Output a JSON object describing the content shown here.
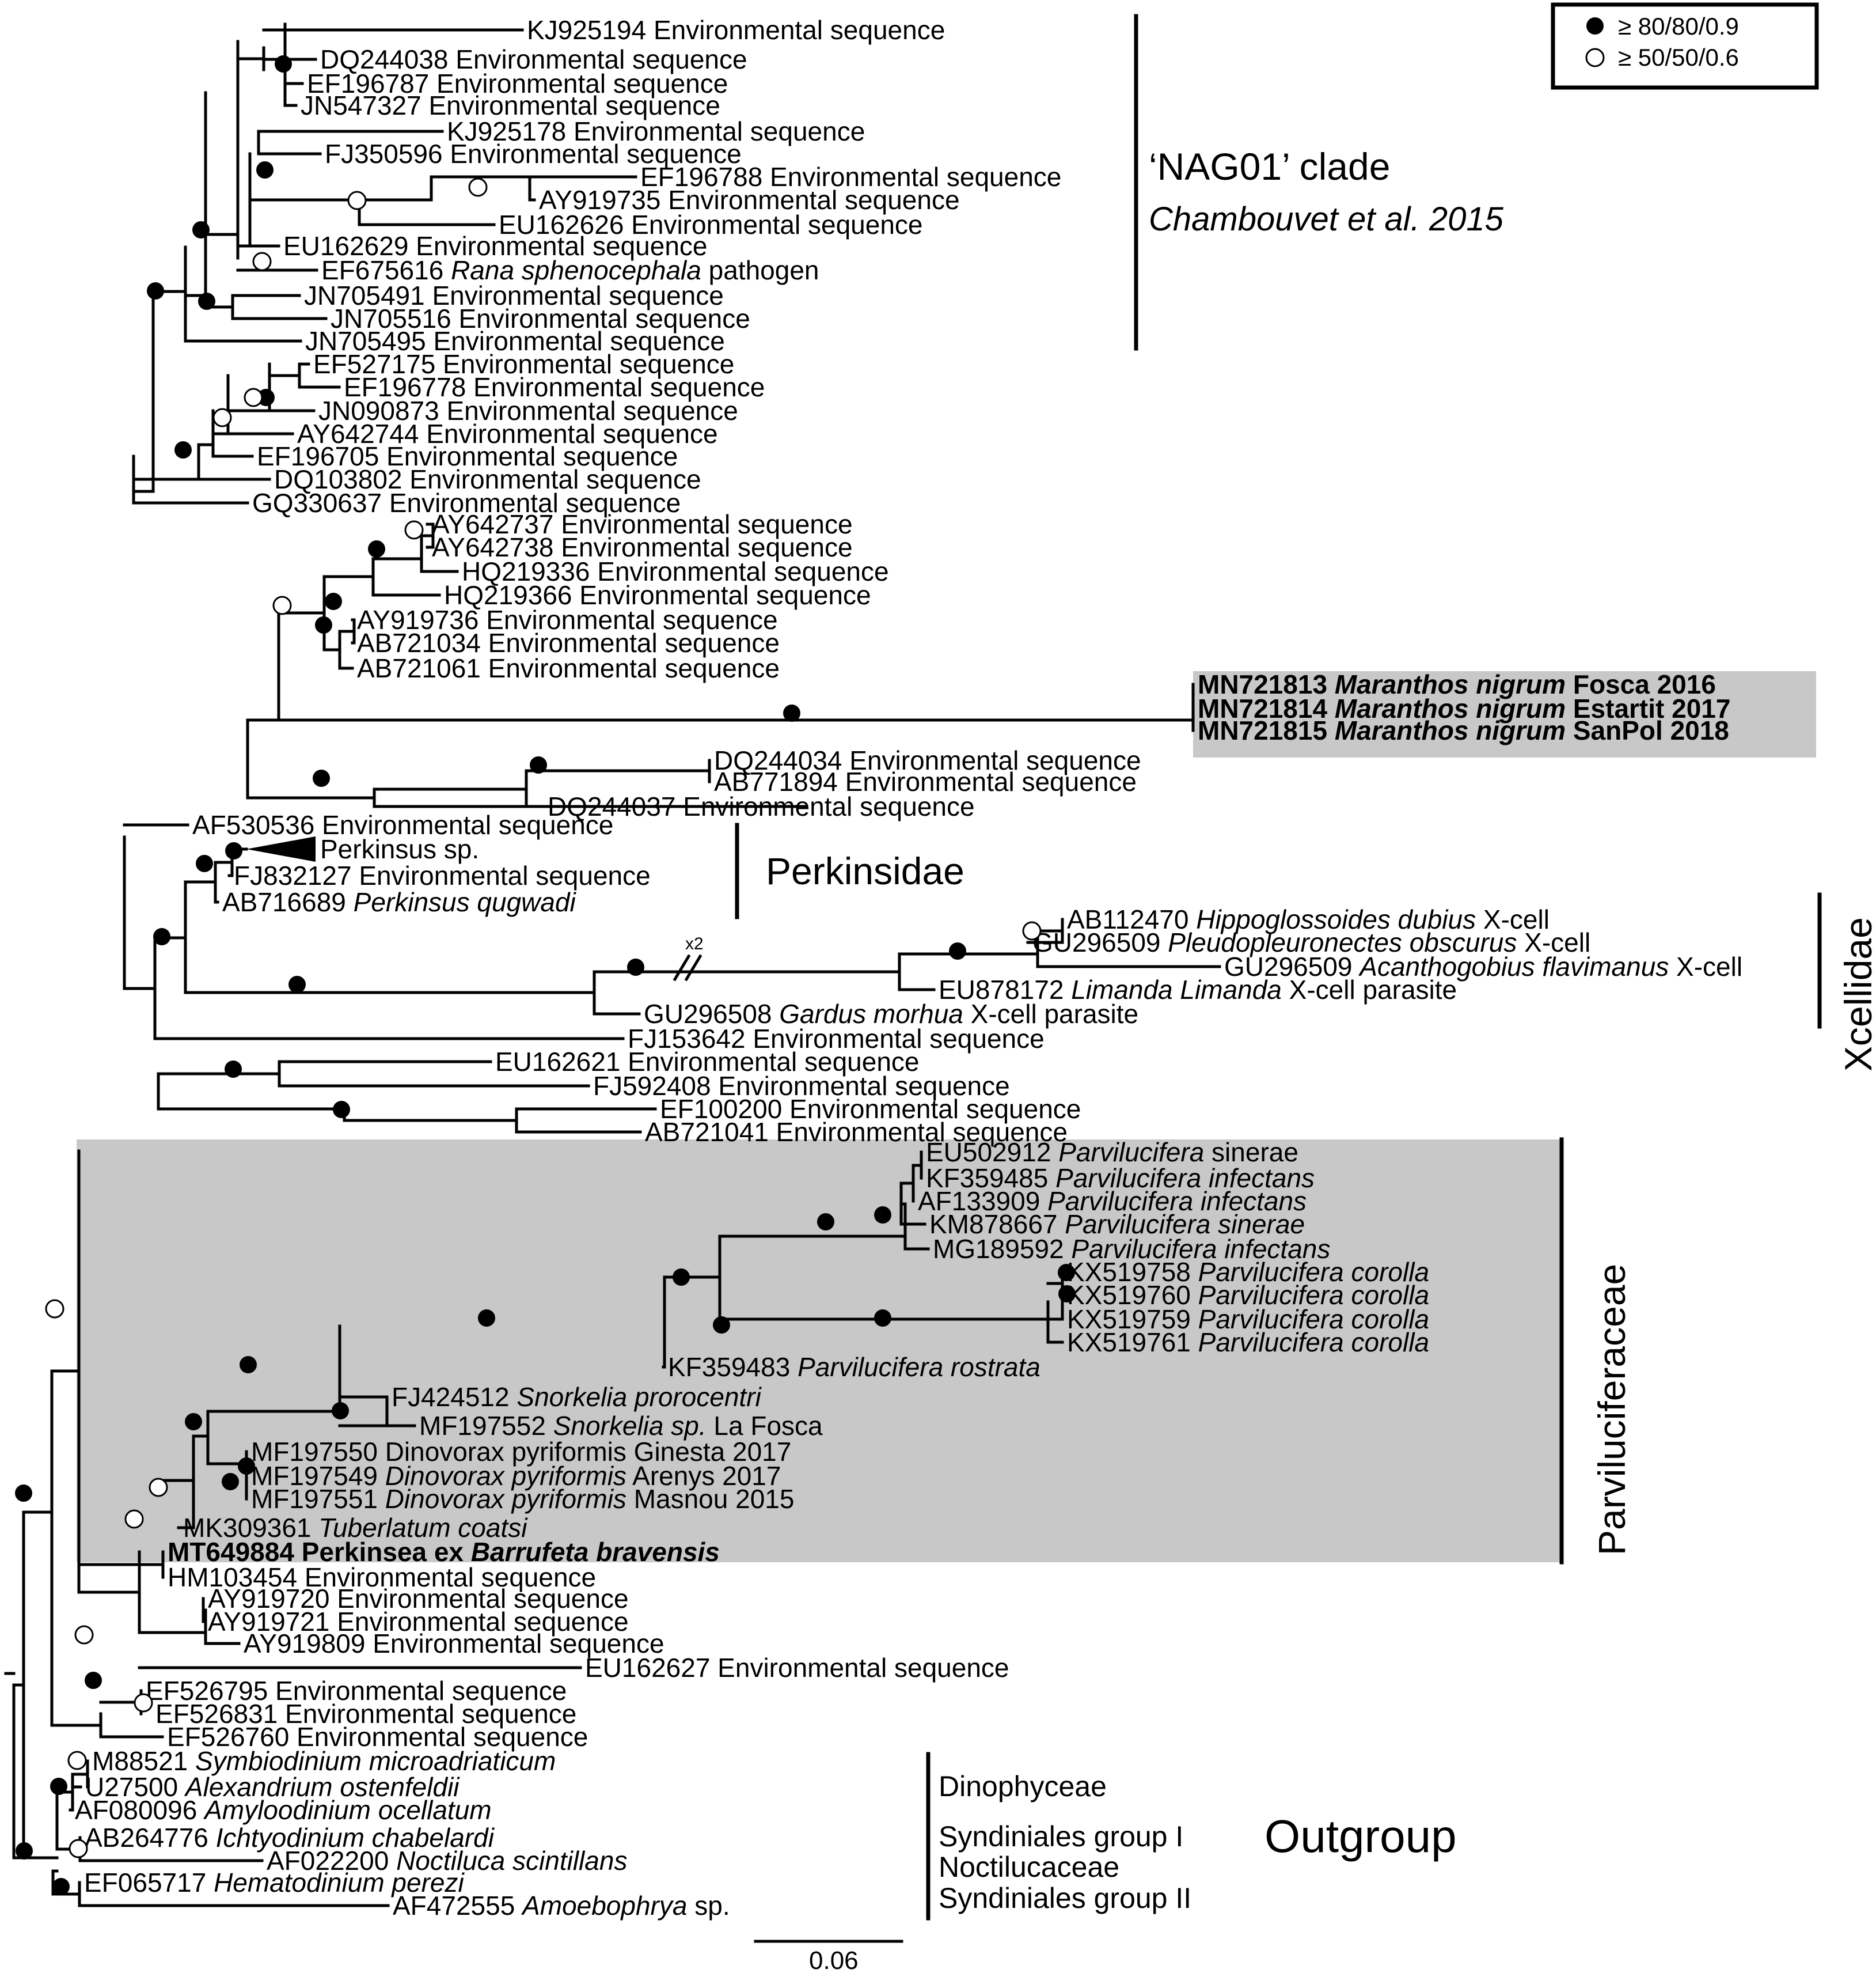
{
  "legend": {
    "strong": "≥ 80/80/0.9",
    "moderate": "≥ 50/50/0.6"
  },
  "clades": {
    "nag01": "‘NAG01’ clade",
    "nag01_ref": "Chambouvet et al. 2015",
    "perkinsidae": "Perkinsidae",
    "xcellidae": "Xcellidae",
    "parviluciferaceae": "Parviluciferaceae",
    "outgroup": "Outgroup",
    "dinophyceae": "Dinophyceae",
    "syndiniales1": "Syndiniales group I",
    "noctilucaceae": "Noctilucaceae",
    "syndiniales2": "Syndiniales group II"
  },
  "scale_bar": "0.06",
  "long_branch_marker": "x2",
  "leaves": [
    {
      "id": "l1",
      "parts": [
        [
          "KJ925194 Environmental sequence",
          ""
        ]
      ]
    },
    {
      "id": "l2",
      "parts": [
        [
          "DQ244038 Environmental sequence",
          ""
        ]
      ]
    },
    {
      "id": "l3",
      "parts": [
        [
          "EF196787 Environmental sequence",
          ""
        ]
      ]
    },
    {
      "id": "l4",
      "parts": [
        [
          "JN547327 Environmental sequence",
          ""
        ]
      ]
    },
    {
      "id": "l5",
      "parts": [
        [
          "KJ925178 Environmental sequence",
          ""
        ]
      ]
    },
    {
      "id": "l6",
      "parts": [
        [
          "FJ350596 Environmental sequence",
          ""
        ]
      ]
    },
    {
      "id": "l7",
      "parts": [
        [
          "EF196788 Environmental sequence",
          ""
        ]
      ]
    },
    {
      "id": "l8",
      "parts": [
        [
          "AY919735 Environmental sequence",
          ""
        ]
      ]
    },
    {
      "id": "l9",
      "parts": [
        [
          "EU162626 Environmental sequence",
          ""
        ]
      ]
    },
    {
      "id": "l10",
      "parts": [
        [
          "EU162629 Environmental sequence",
          ""
        ]
      ]
    },
    {
      "id": "l11",
      "parts": [
        [
          "EF675616 ",
          ""
        ],
        [
          "Rana sphenocephala",
          "i"
        ],
        [
          " pathogen",
          ""
        ]
      ]
    },
    {
      "id": "l12",
      "parts": [
        [
          "JN705491 Environmental sequence",
          ""
        ]
      ]
    },
    {
      "id": "l13",
      "parts": [
        [
          "JN705516 Environmental sequence",
          ""
        ]
      ]
    },
    {
      "id": "l14",
      "parts": [
        [
          "JN705495 Environmental sequence",
          ""
        ]
      ]
    },
    {
      "id": "l15",
      "parts": [
        [
          "EF527175 Environmental sequence",
          ""
        ]
      ]
    },
    {
      "id": "l16",
      "parts": [
        [
          "EF196778 Environmental sequence",
          ""
        ]
      ]
    },
    {
      "id": "l17",
      "parts": [
        [
          "JN090873 Environmental sequence",
          ""
        ]
      ]
    },
    {
      "id": "l18",
      "parts": [
        [
          "AY642744 Environmental sequence",
          ""
        ]
      ]
    },
    {
      "id": "l19",
      "parts": [
        [
          "EF196705 Environmental sequence",
          ""
        ]
      ]
    },
    {
      "id": "l20",
      "parts": [
        [
          "DQ103802 Environmental sequence",
          ""
        ]
      ]
    },
    {
      "id": "l21",
      "parts": [
        [
          "GQ330637 Environmental sequence",
          ""
        ]
      ]
    },
    {
      "id": "l22",
      "parts": [
        [
          "AY642737 Environmental sequence",
          ""
        ]
      ]
    },
    {
      "id": "l23",
      "parts": [
        [
          "AY642738 Environmental sequence",
          ""
        ]
      ]
    },
    {
      "id": "l24",
      "parts": [
        [
          "HQ219336 Environmental sequence",
          ""
        ]
      ]
    },
    {
      "id": "l25",
      "parts": [
        [
          "HQ219366 Environmental sequence",
          ""
        ]
      ]
    },
    {
      "id": "l26",
      "parts": [
        [
          "AY919736 Environmental sequence",
          ""
        ]
      ]
    },
    {
      "id": "l27",
      "parts": [
        [
          "AB721034 Environmental sequence",
          ""
        ]
      ]
    },
    {
      "id": "l28",
      "parts": [
        [
          "AB721061 Environmental sequence",
          ""
        ]
      ]
    },
    {
      "id": "l29",
      "parts": [
        [
          "MN721813 ",
          "b"
        ],
        [
          "Maranthos nigrum",
          "bi"
        ],
        [
          " Fosca 2016",
          "b"
        ]
      ]
    },
    {
      "id": "l30",
      "parts": [
        [
          "MN721814 ",
          "b"
        ],
        [
          "Maranthos nigrum",
          "bi"
        ],
        [
          " Estartit 2017",
          "b"
        ]
      ]
    },
    {
      "id": "l31",
      "parts": [
        [
          "MN721815 ",
          "b"
        ],
        [
          "Maranthos nigrum",
          "bi"
        ],
        [
          " SanPol 2018",
          "b"
        ]
      ]
    },
    {
      "id": "l32",
      "parts": [
        [
          "DQ244034 Environmental sequence",
          ""
        ]
      ]
    },
    {
      "id": "l33",
      "parts": [
        [
          "AB771894 Environmental sequence",
          ""
        ]
      ]
    },
    {
      "id": "l34",
      "parts": [
        [
          "DQ244037 Environmental sequence",
          ""
        ]
      ]
    },
    {
      "id": "l35",
      "parts": [
        [
          "AF530536 Environmental sequence",
          ""
        ]
      ]
    },
    {
      "id": "l36",
      "parts": [
        [
          "Perkinsus sp.",
          ""
        ]
      ]
    },
    {
      "id": "l37",
      "parts": [
        [
          "FJ832127 Environmental sequence",
          ""
        ]
      ]
    },
    {
      "id": "l38",
      "parts": [
        [
          "AB716689 ",
          ""
        ],
        [
          "Perkinsus qugwadi",
          "i"
        ]
      ]
    },
    {
      "id": "l39",
      "parts": [
        [
          "AB112470 ",
          ""
        ],
        [
          "Hippoglossoides dubius",
          "i"
        ],
        [
          " X-cell",
          ""
        ]
      ]
    },
    {
      "id": "l40",
      "parts": [
        [
          "GU296509 ",
          ""
        ],
        [
          "Pleudopleuronectes obscurus",
          "i"
        ],
        [
          " X-cell",
          ""
        ]
      ]
    },
    {
      "id": "l41",
      "parts": [
        [
          "GU296509 ",
          ""
        ],
        [
          "Acanthogobius flavimanus",
          "i"
        ],
        [
          " X-cell",
          ""
        ]
      ]
    },
    {
      "id": "l42",
      "parts": [
        [
          "EU878172 ",
          ""
        ],
        [
          "Limanda Limanda",
          "i"
        ],
        [
          " X-cell parasite",
          ""
        ]
      ]
    },
    {
      "id": "l43",
      "parts": [
        [
          "GU296508 ",
          ""
        ],
        [
          "Gardus morhua",
          "i"
        ],
        [
          " X-cell parasite",
          ""
        ]
      ]
    },
    {
      "id": "l44",
      "parts": [
        [
          "FJ153642 Environmental sequence",
          ""
        ]
      ]
    },
    {
      "id": "l45",
      "parts": [
        [
          "EU162621 Environmental sequence",
          ""
        ]
      ]
    },
    {
      "id": "l46",
      "parts": [
        [
          "FJ592408 Environmental sequence",
          ""
        ]
      ]
    },
    {
      "id": "l47",
      "parts": [
        [
          "EF100200 Environmental sequence",
          ""
        ]
      ]
    },
    {
      "id": "l48",
      "parts": [
        [
          "AB721041 Environmental sequence",
          ""
        ]
      ]
    },
    {
      "id": "l49",
      "parts": [
        [
          "EU502912 ",
          ""
        ],
        [
          "Parvilucifera",
          "i"
        ],
        [
          " sinerae",
          ""
        ]
      ]
    },
    {
      "id": "l50",
      "parts": [
        [
          "KF359485 ",
          ""
        ],
        [
          "Parvilucifera infectans",
          "i"
        ]
      ]
    },
    {
      "id": "l51",
      "parts": [
        [
          "AF133909 ",
          ""
        ],
        [
          "Parvilucifera infectans",
          "i"
        ]
      ]
    },
    {
      "id": "l52",
      "parts": [
        [
          "KM878667 ",
          ""
        ],
        [
          "Parvilucifera sinerae",
          "i"
        ]
      ]
    },
    {
      "id": "l53",
      "parts": [
        [
          "MG189592 ",
          ""
        ],
        [
          "Parvilucifera infectans",
          "i"
        ]
      ]
    },
    {
      "id": "l54",
      "parts": [
        [
          "KX519758 ",
          ""
        ],
        [
          "Parvilucifera corolla",
          "i"
        ]
      ]
    },
    {
      "id": "l55",
      "parts": [
        [
          "KX519760 ",
          ""
        ],
        [
          "Parvilucifera corolla",
          "i"
        ]
      ]
    },
    {
      "id": "l56",
      "parts": [
        [
          "KX519759 ",
          ""
        ],
        [
          "Parvilucifera corolla",
          "i"
        ]
      ]
    },
    {
      "id": "l57",
      "parts": [
        [
          "KX519761 ",
          ""
        ],
        [
          "Parvilucifera corolla",
          "i"
        ]
      ]
    },
    {
      "id": "l58",
      "parts": [
        [
          "KF359483 ",
          ""
        ],
        [
          "Parvilucifera rostrata",
          "i"
        ]
      ]
    },
    {
      "id": "l59",
      "parts": [
        [
          "FJ424512 ",
          ""
        ],
        [
          "Snorkelia prorocentri",
          "i"
        ]
      ]
    },
    {
      "id": "l60",
      "parts": [
        [
          "MF197552 ",
          ""
        ],
        [
          "Snorkelia sp.",
          "i"
        ],
        [
          " La Fosca",
          ""
        ]
      ]
    },
    {
      "id": "l61",
      "parts": [
        [
          "MF197550 Dinovorax pyriformis Ginesta 2017",
          ""
        ]
      ]
    },
    {
      "id": "l62",
      "parts": [
        [
          "MF197549 ",
          ""
        ],
        [
          "Dinovorax pyriformis",
          "i"
        ],
        [
          " Arenys 2017",
          ""
        ]
      ]
    },
    {
      "id": "l63",
      "parts": [
        [
          "MF197551 ",
          ""
        ],
        [
          "Dinovorax pyriformis",
          "i"
        ],
        [
          " Masnou 2015",
          ""
        ]
      ]
    },
    {
      "id": "l64",
      "parts": [
        [
          "MK309361 ",
          ""
        ],
        [
          "Tuberlatum coatsi",
          "i"
        ]
      ]
    },
    {
      "id": "l65",
      "parts": [
        [
          "MT649884 Perkinsea ex ",
          "b"
        ],
        [
          "Barrufeta bravensis",
          "bi"
        ]
      ]
    },
    {
      "id": "l66",
      "parts": [
        [
          "HM103454 Environmental sequence",
          ""
        ]
      ]
    },
    {
      "id": "l67",
      "parts": [
        [
          "AY919720 Environmental sequence",
          ""
        ]
      ]
    },
    {
      "id": "l68",
      "parts": [
        [
          "AY919721 Environmental sequence",
          ""
        ]
      ]
    },
    {
      "id": "l69",
      "parts": [
        [
          "AY919809 Environmental sequence",
          ""
        ]
      ]
    },
    {
      "id": "l70",
      "parts": [
        [
          "EU162627 Environmental sequence",
          ""
        ]
      ]
    },
    {
      "id": "l71",
      "parts": [
        [
          "EF526795 Environmental sequence",
          ""
        ]
      ]
    },
    {
      "id": "l72",
      "parts": [
        [
          "EF526831 Environmental sequence",
          ""
        ]
      ]
    },
    {
      "id": "l73",
      "parts": [
        [
          "EF526760 Environmental sequence",
          ""
        ]
      ]
    },
    {
      "id": "l74",
      "parts": [
        [
          "M88521 ",
          ""
        ],
        [
          "Symbiodinium microadriaticum",
          "i"
        ]
      ]
    },
    {
      "id": "l75",
      "parts": [
        [
          "U27500 ",
          ""
        ],
        [
          "Alexandrium ostenfeldii",
          "i"
        ]
      ]
    },
    {
      "id": "l76",
      "parts": [
        [
          "AF080096 ",
          ""
        ],
        [
          "Amyloodinium ocellatum",
          "i"
        ]
      ]
    },
    {
      "id": "l77",
      "parts": [
        [
          "AB264776 ",
          ""
        ],
        [
          "Ichtyodinium chabelardi",
          "i"
        ]
      ]
    },
    {
      "id": "l78",
      "parts": [
        [
          "AF022200 ",
          ""
        ],
        [
          "Noctiluca scintillans",
          "i"
        ]
      ]
    },
    {
      "id": "l79",
      "parts": [
        [
          "EF065717 ",
          ""
        ],
        [
          "Hematodinium perezi",
          "i"
        ]
      ]
    },
    {
      "id": "l80",
      "parts": [
        [
          "AF472555 ",
          ""
        ],
        [
          "Amoebophrya",
          "i"
        ],
        [
          " sp.",
          ""
        ]
      ]
    }
  ]
}
